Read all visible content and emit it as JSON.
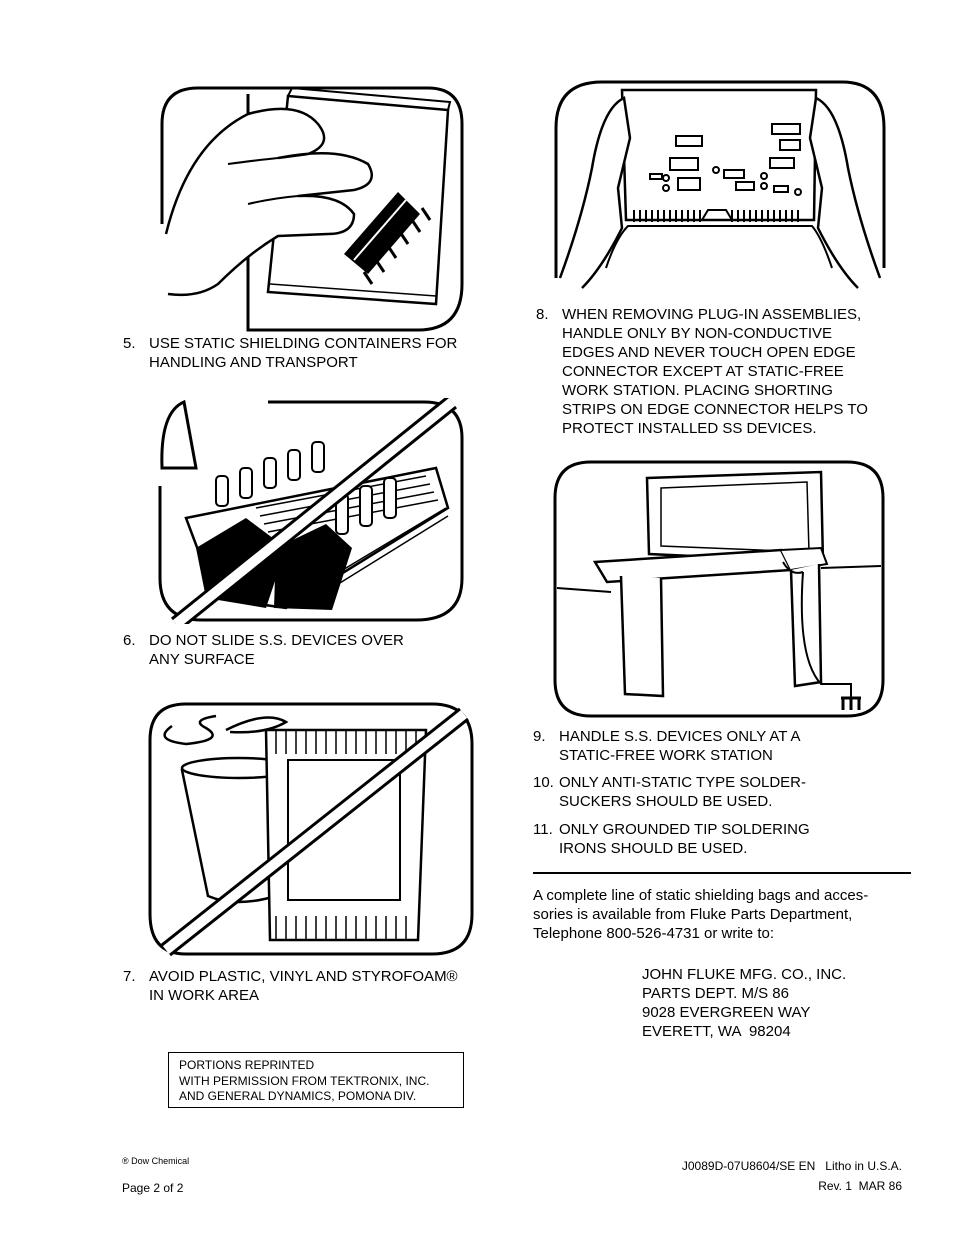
{
  "items": [
    {
      "num": "5.",
      "text": "USE STATIC SHIELDING CONTAINERS FOR\nHANDLING AND TRANSPORT"
    },
    {
      "num": "6.",
      "text": "DO NOT SLIDE S.S. DEVICES OVER\nANY SURFACE"
    },
    {
      "num": "7.",
      "text": "AVOID PLASTIC, VINYL AND STYROFOAM®\nIN WORK AREA"
    },
    {
      "num": "8.",
      "text": "WHEN REMOVING PLUG-IN ASSEMBLIES,\nHANDLE ONLY BY NON-CONDUCTIVE\nEDGES AND NEVER TOUCH OPEN EDGE\nCONNECTOR EXCEPT AT STATIC-FREE\nWORK STATION. PLACING SHORTING\nSTRIPS ON EDGE CONNECTOR HELPS TO\nPROTECT INSTALLED SS DEVICES."
    },
    {
      "num": "9.",
      "text": "HANDLE S.S. DEVICES ONLY AT A\nSTATIC-FREE WORK STATION"
    },
    {
      "num": "10.",
      "text": "ONLY ANTI-STATIC TYPE SOLDER-\nSUCKERS SHOULD BE USED."
    },
    {
      "num": "11.",
      "text": "ONLY GROUNDED TIP SOLDERING\nIRONS SHOULD BE USED."
    }
  ],
  "availability_text": "A complete line of static shielding bags and acces-\nsories is available from Fluke Parts Department,\nTelephone 800-526-4731 or write to:",
  "address": [
    "JOHN FLUKE MFG. CO., INC.",
    "PARTS DEPT. M/S 86",
    "9028 EVERGREEN WAY",
    "EVERETT, WA  98204"
  ],
  "reprint_note": [
    "PORTIONS REPRINTED",
    "WITH PERMISSION FROM TEKTRONIX, INC.",
    "AND GENERAL DYNAMICS, POMONA DIV."
  ],
  "trademark_note": "® Dow Chemical",
  "page_number": "Page 2 of 2",
  "doc_code": "J0089D-07U8604/SE EN   Litho in U.S.A.",
  "revision": "Rev. 1  MAR 86",
  "illustrations": [
    "hand-holding-shielding-bag-icon",
    "devices-sliding-prohibited-icon",
    "plastic-cup-and-bag-prohibited-icon",
    "hands-holding-circuit-board-icon",
    "grounded-work-station-icon"
  ]
}
